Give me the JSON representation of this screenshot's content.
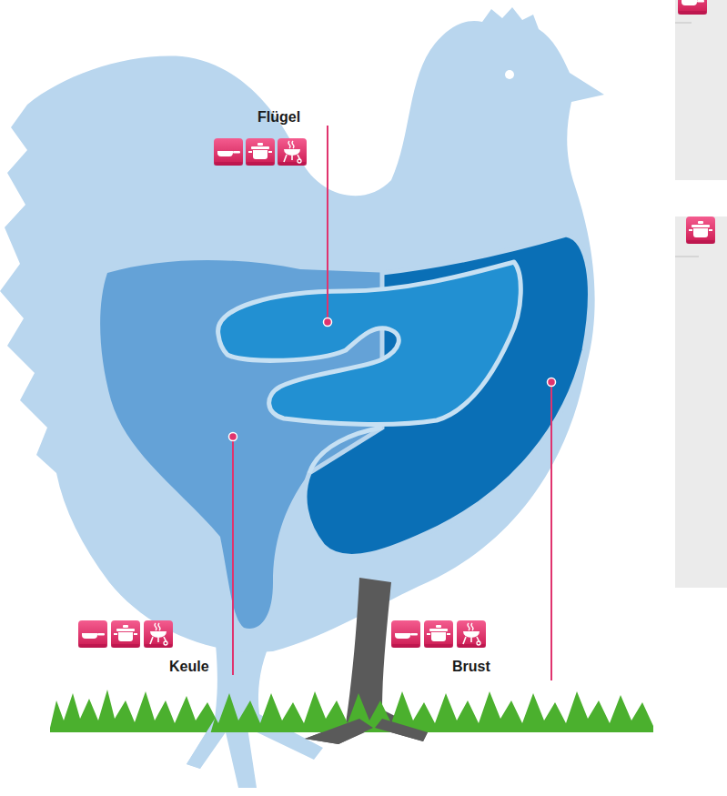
{
  "diagram": {
    "labels": [
      "Flügel",
      "Keule",
      "Brust"
    ]
  }
}
